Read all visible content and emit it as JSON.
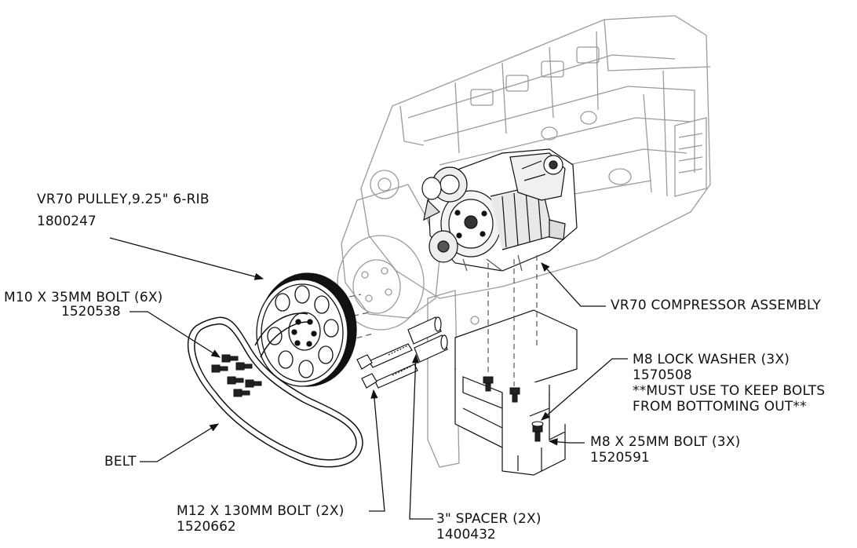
{
  "callouts": {
    "pulley": {
      "name": "VR70 PULLEY,9.25\" 6-RIB",
      "part_number": "1800247"
    },
    "m10_bolt": {
      "name": "M10 X 35MM BOLT (6X)",
      "part_number": "1520538"
    },
    "compressor": {
      "name": "VR70 COMPRESSOR ASSEMBLY"
    },
    "lock_washer": {
      "name": "M8 LOCK WASHER (3X)",
      "part_number": "1570508",
      "note_line1": "**MUST USE TO KEEP BOLTS",
      "note_line2": "FROM BOTTOMING OUT**"
    },
    "m8_bolt": {
      "name": "M8 X 25MM BOLT (3X)",
      "part_number": "1520591"
    },
    "belt": {
      "name": "BELT"
    },
    "m12_bolt": {
      "name": "M12 X 130MM BOLT (2X)",
      "part_number": "1520662"
    },
    "spacer": {
      "name": "3\" SPACER (2X)",
      "part_number": "1400432"
    }
  }
}
